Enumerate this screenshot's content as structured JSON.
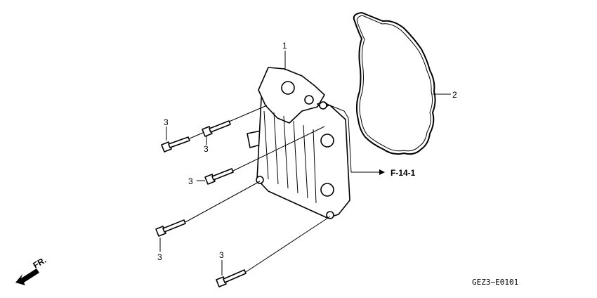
{
  "callouts": {
    "cover": "1",
    "gasket": "2",
    "bolt_upper_left": "3",
    "bolt_upper_mid": "3",
    "bolt_middle": "3",
    "bolt_lower_left": "3",
    "bolt_bottom": "3"
  },
  "reference": "F-14-1",
  "direction": "FR.",
  "drawing_code": "GEZ3−E0101"
}
